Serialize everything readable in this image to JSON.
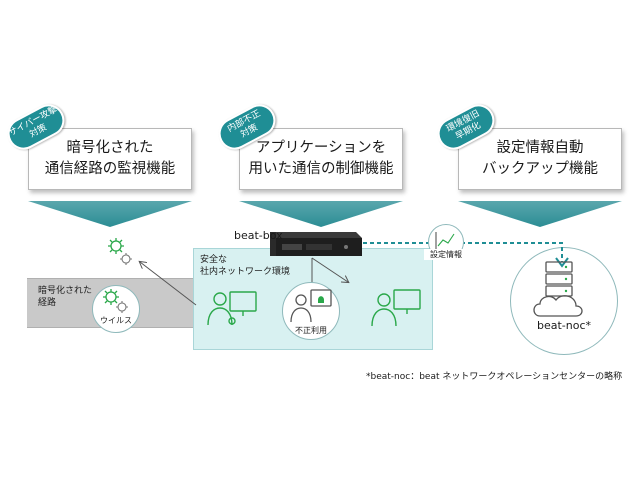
{
  "features": [
    {
      "badge": [
        "サイバー攻撃",
        "対策"
      ],
      "title": [
        "暗号化された",
        "通信経路の監視機能"
      ]
    },
    {
      "badge": [
        "内部不正",
        "対策"
      ],
      "title": [
        "アプリケーションを",
        "用いた通信の制御機能"
      ]
    },
    {
      "badge": [
        "環境復旧",
        "早期化"
      ],
      "title": [
        "設定情報自動",
        "バックアップ機能"
      ]
    }
  ],
  "diagram": {
    "beat_box_label": "beat-box",
    "encrypted_path_label": [
      "暗号化された",
      "経路"
    ],
    "secure_network_label": [
      "安全な",
      "社内ネットワーク環境"
    ],
    "virus_label": "ウイルス",
    "unauthorized_label": "不正利用",
    "setting_info_label": "設定情報",
    "beat_noc_label": "beat-noc*"
  },
  "footnote": "*beat-noc：beat ネットワークオペレーションセンターの略称",
  "colors": {
    "teal": "#1f8e95",
    "green": "#2aa84a",
    "panel": "#d8f1f1",
    "gray_band": "#c9c9c9"
  }
}
